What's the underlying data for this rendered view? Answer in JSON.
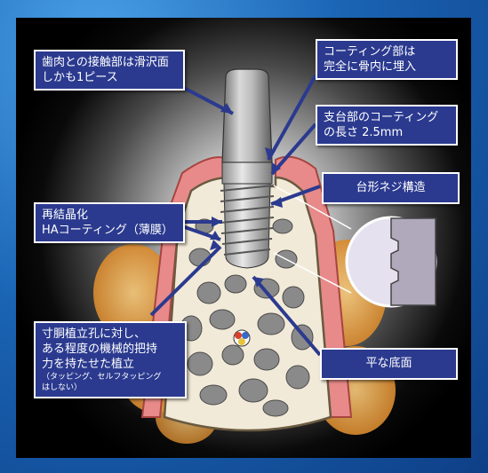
{
  "labels": {
    "gum_contact": [
      "歯肉との接触部は滑沢面",
      "しかも1ピース"
    ],
    "coating_buried": [
      "コーティング部は",
      "完全に骨内に埋入"
    ],
    "coating_length": [
      "支台部のコーティング",
      "の長さ 2.5mm"
    ],
    "trapezoid_thread": "台形ネジ構造",
    "recrystallized": [
      "再結晶化",
      "HAコーティング（薄膜）"
    ],
    "mechanical_hold": [
      "寸胴植立孔に対し、",
      "ある程度の機械的把持",
      "力を持たせた植立"
    ],
    "mechanical_hold_note": [
      "（タッピング、セルフタッピング",
      "はしない）"
    ],
    "flat_bottom": "平な底面"
  },
  "colors": {
    "label_bg": "#2b3a8f",
    "frame_blue": "#1c6fc0",
    "gum_pink": "#e88a8a",
    "bone_fill": "#f2ead8",
    "fat_orange": "#e6a24a",
    "implant_gray": "#9a9a9a"
  }
}
